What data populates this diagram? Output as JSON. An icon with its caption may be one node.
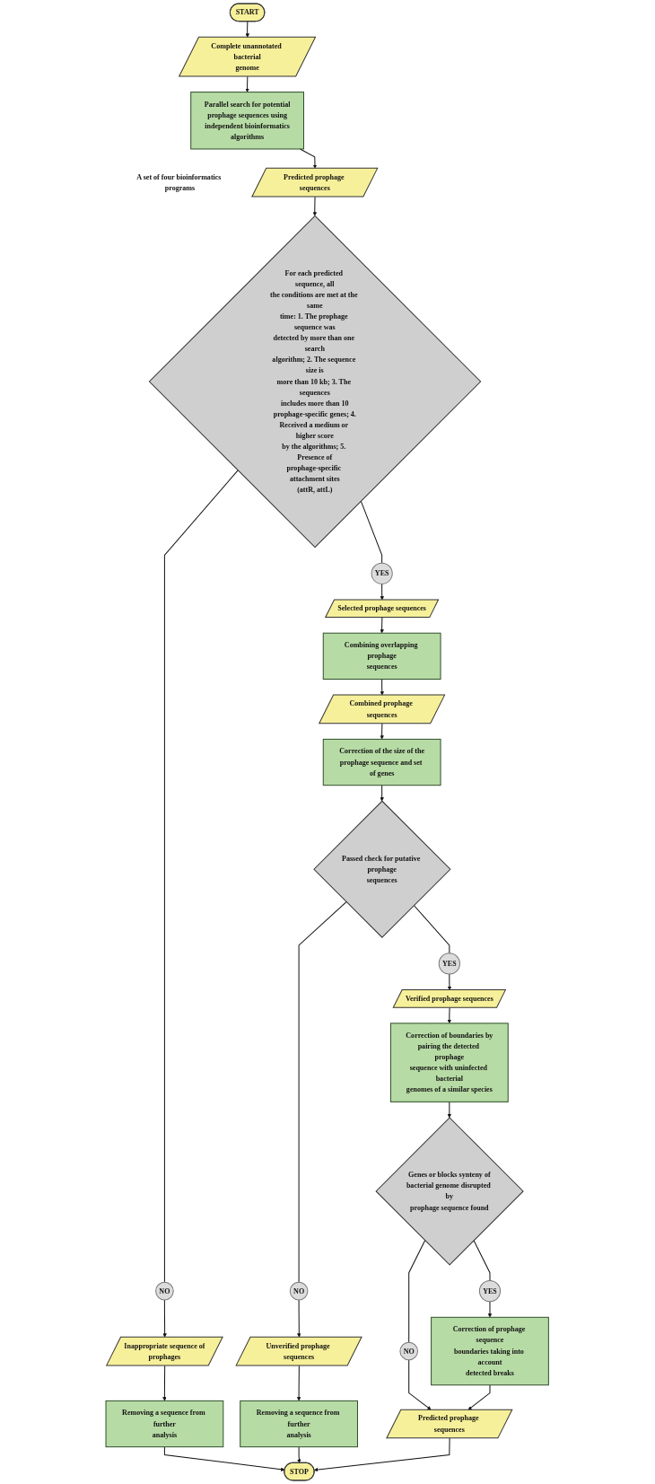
{
  "diagram": {
    "nodes": [
      {
        "text": [
          "START"
        ]
      },
      {
        "text": [
          "Complete unannotated bacterial genome"
        ]
      },
      {
        "text": [
          "Parallel search for potential prophage sequences using independent bioinformatics algorithms"
        ],
        "beside": [
          "A set of four bioinformatics programs"
        ]
      },
      {
        "text": [
          "Predicted prophage sequences"
        ]
      },
      {
        "text": [
          "For each predicted sequence, all the conditions are met at the same time: 1. The prophage sequence was detected by more than one search algorithm; 2. The sequence size is more than 10 kb; 3. The sequences includes more than 10 prophage-specific genes; 4. Received a medium or higher score by the algorithms; 5. Presence of prophage-specific attachment sites (attR, attL)"
        ]
      },
      {
        "text": [
          "NO"
        ]
      },
      {
        "text": [
          "YES"
        ]
      },
      {
        "text": [
          "Inappropriate sequence of prophages"
        ]
      },
      {
        "text": [
          "Removing a sequence from further analysis"
        ]
      },
      {
        "text": [
          "Selected prophage sequences"
        ]
      },
      {
        "text": [
          "Combining overlapping prophage sequences"
        ]
      },
      {
        "text": [
          "Combined prophage sequences"
        ]
      },
      {
        "text": [
          "Correction of the size of the prophage sequence and set of genes"
        ]
      },
      {
        "text": [
          "Passed check for putative prophage sequences"
        ]
      },
      {
        "text": [
          "NO"
        ]
      },
      {
        "text": [
          "YES"
        ]
      },
      {
        "text": [
          "Unverified prophage sequences"
        ]
      },
      {
        "text": [
          "Removing a sequence from further analysis"
        ]
      },
      {
        "text": [
          "Verified prophage sequences"
        ]
      },
      {
        "text": [
          "Correction of boundaries by pairing the detected prophage sequence with uninfected bacterial genomes of a similar species"
        ]
      },
      {
        "text": [
          "Genes or blocks synteny of bacterial genome disrupted by prophage sequence found"
        ]
      },
      {
        "text": [
          "NO"
        ]
      },
      {
        "text": [
          "YES"
        ]
      },
      {
        "text": [
          "Correction of prophage sequence boundaries taking into account detected breaks"
        ]
      },
      {
        "text": [
          "Predicted prophage sequences"
        ]
      },
      {
        "text": [
          "STOP"
        ]
      }
    ],
    "edges": [
      {
        "from": 0,
        "to": 1,
        "arrow": "to"
      },
      {
        "from": 1,
        "to": 2,
        "arrow": "to"
      },
      {
        "from": 2,
        "to": 3,
        "arrow": "to"
      },
      {
        "from": 3,
        "to": 4,
        "arrow": "to"
      },
      {
        "from": 4,
        "to": 5,
        "arrow": "none"
      },
      {
        "from": 4,
        "to": 6,
        "arrow": "none"
      },
      {
        "from": 5,
        "to": 7,
        "arrow": "to"
      },
      {
        "from": 6,
        "to": 9,
        "arrow": "to"
      },
      {
        "from": 7,
        "to": 8,
        "arrow": "to"
      },
      {
        "from": 8,
        "to": 25,
        "arrow": "to"
      },
      {
        "from": 9,
        "to": 10,
        "arrow": "to"
      },
      {
        "from": 10,
        "to": 11,
        "arrow": "to"
      },
      {
        "from": 11,
        "to": 12,
        "arrow": "to"
      },
      {
        "from": 12,
        "to": 13,
        "arrow": "to"
      },
      {
        "from": 13,
        "to": 14,
        "arrow": "none"
      },
      {
        "from": 13,
        "to": 15,
        "arrow": "none"
      },
      {
        "from": 14,
        "to": 16,
        "arrow": "to"
      },
      {
        "from": 15,
        "to": 18,
        "arrow": "to"
      },
      {
        "from": 16,
        "to": 17,
        "arrow": "to"
      },
      {
        "from": 17,
        "to": 25,
        "arrow": "to"
      },
      {
        "from": 18,
        "to": 19,
        "arrow": "to"
      },
      {
        "from": 19,
        "to": 20,
        "arrow": "to"
      },
      {
        "from": 20,
        "to": 21,
        "arrow": "none"
      },
      {
        "from": 20,
        "to": 22,
        "arrow": "none"
      },
      {
        "from": 22,
        "to": 23,
        "arrow": "to"
      },
      {
        "from": 21,
        "to": 24,
        "arrow": "to"
      },
      {
        "from": 23,
        "to": 24,
        "arrow": "to"
      },
      {
        "from": 24,
        "to": 25,
        "arrow": "to"
      }
    ]
  }
}
